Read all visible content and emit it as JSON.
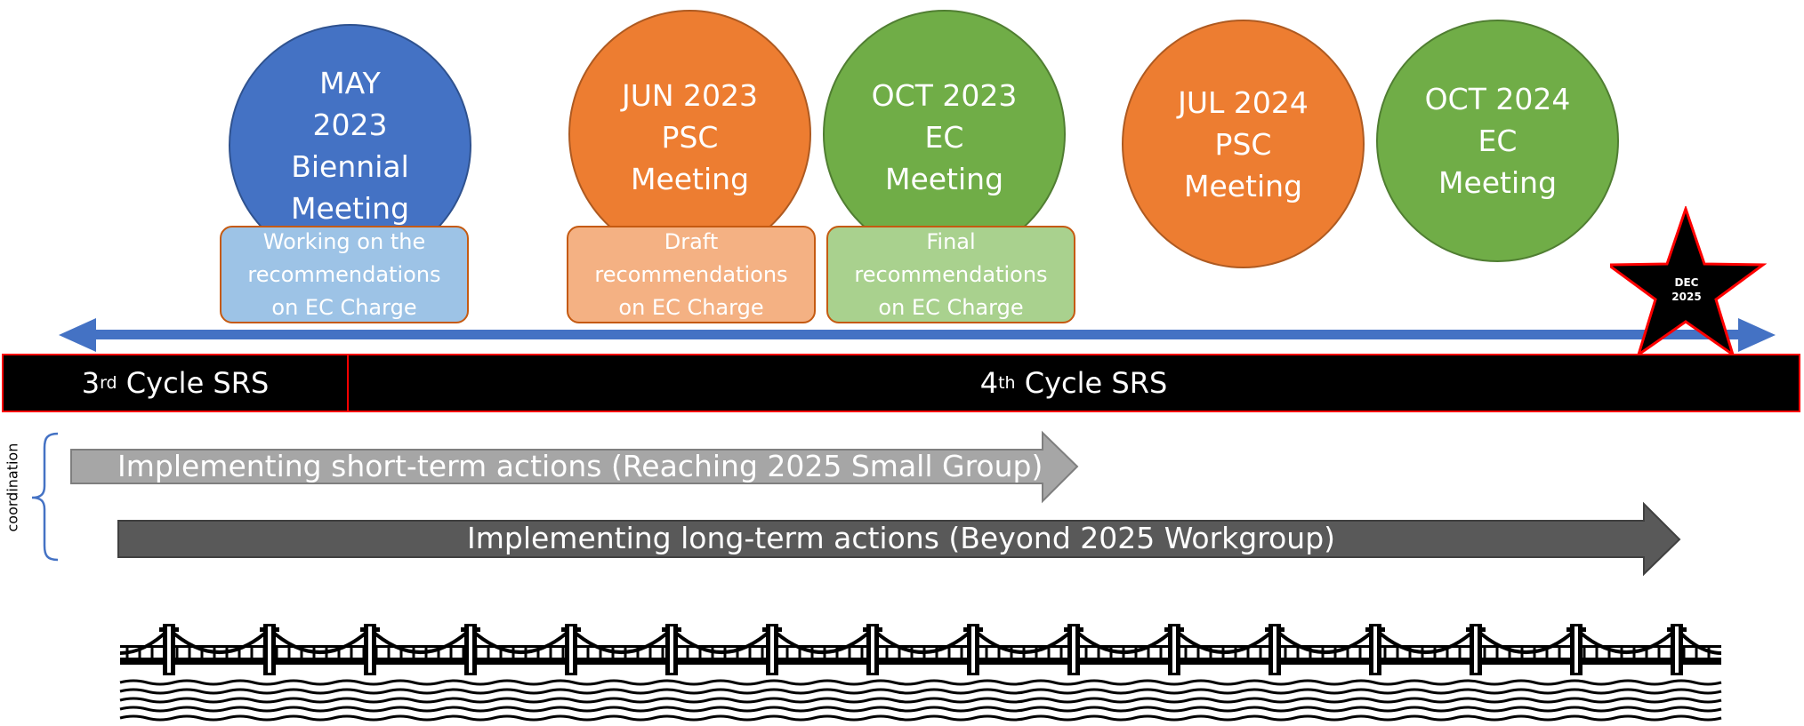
{
  "meetings": [
    {
      "lines": [
        "MAY",
        "2023",
        "Biennial",
        "Meeting"
      ],
      "color": "#4472c4"
    },
    {
      "lines": [
        "JUN 2023",
        "PSC",
        "Meeting"
      ],
      "color": "#ed7d31"
    },
    {
      "lines": [
        "OCT 2023",
        "EC",
        "Meeting"
      ],
      "color": "#70ad47"
    },
    {
      "lines": [
        "JUL 2024",
        "PSC",
        "Meeting"
      ],
      "color": "#ed7d31"
    },
    {
      "lines": [
        "OCT 2024",
        "EC",
        "Meeting"
      ],
      "color": "#70ad47"
    }
  ],
  "recommendations": [
    {
      "lines": [
        "Working on the",
        "recommendations",
        "on EC Charge"
      ]
    },
    {
      "lines": [
        "Draft",
        "recommendations",
        "on EC Charge"
      ]
    },
    {
      "lines": [
        "Final",
        "recommendations",
        "on EC Charge"
      ]
    }
  ],
  "milestone": {
    "month": "DEC",
    "year": "2025"
  },
  "cycles": {
    "third": {
      "number": "3",
      "suffix": "rd",
      "label": " Cycle SRS"
    },
    "fourth": {
      "number": "4",
      "suffix": "th",
      "label": " Cycle SRS"
    }
  },
  "actions": {
    "short_term": "Implementing short-term actions (Reaching 2025 Small Group)",
    "long_term": "Implementing long-term actions (Beyond 2025 Workgroup)"
  },
  "coordination_label": "coordination",
  "colors": {
    "timeline_arrow": "#4472c4",
    "short_term_arrow": "#a6a6a6",
    "long_term_arrow": "#595959",
    "cycle_bar": "#000000",
    "cycle_border": "#ff0000"
  }
}
